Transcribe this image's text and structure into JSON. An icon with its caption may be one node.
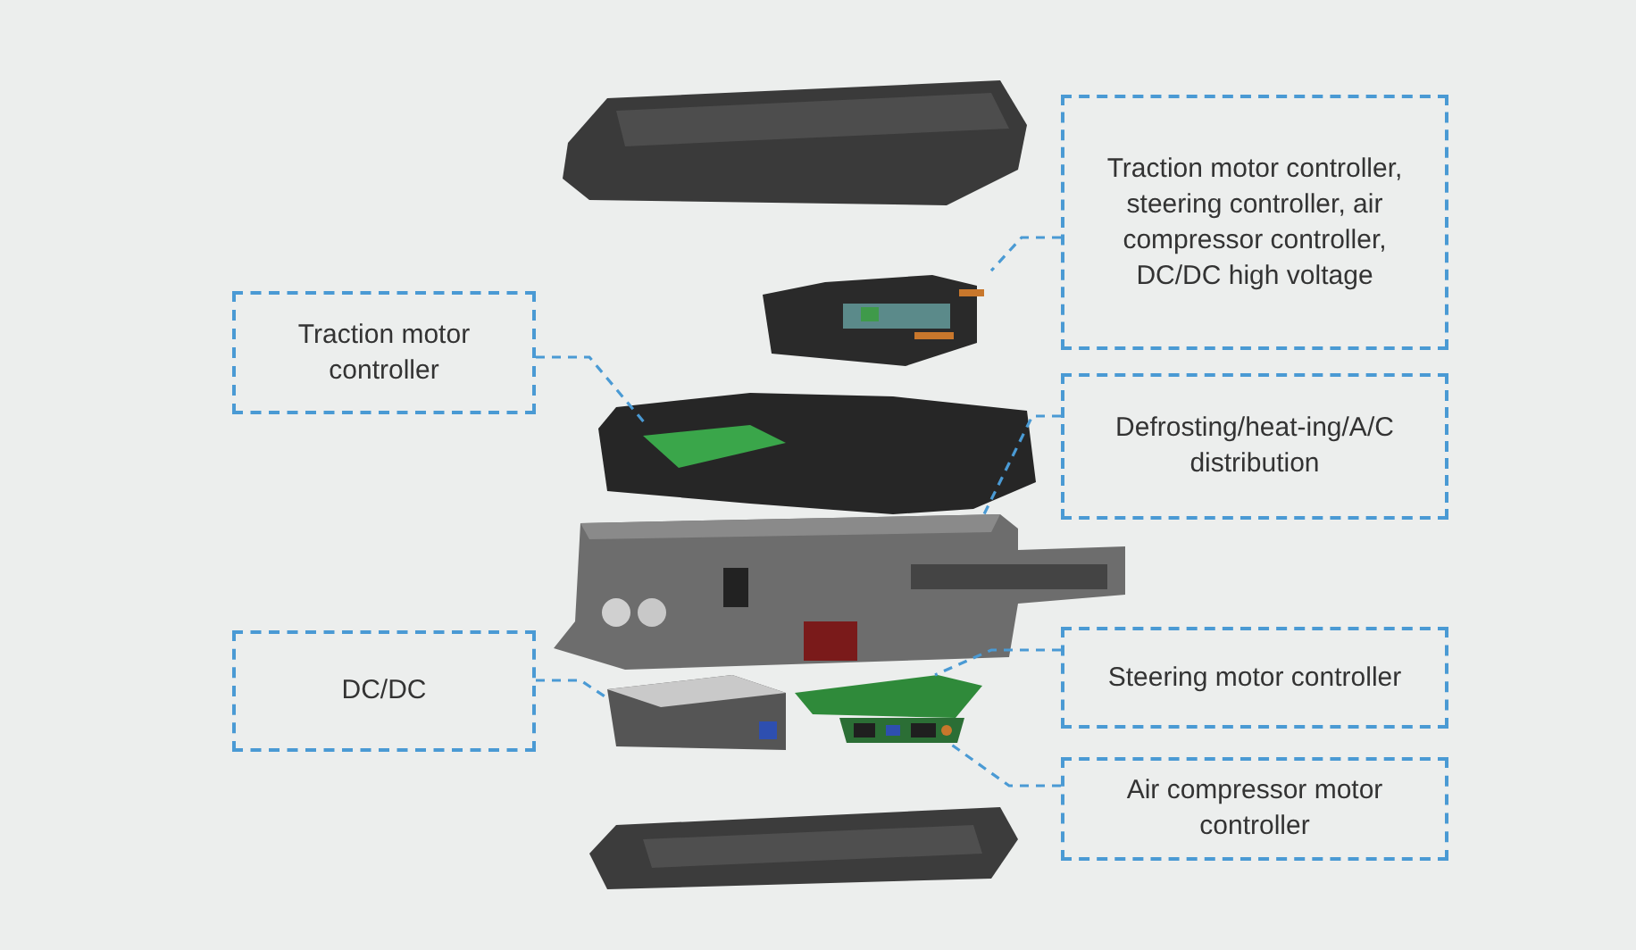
{
  "diagram": {
    "nodes": [
      {
        "text": [
          "Traction motor controller"
        ]
      },
      {
        "text": [
          "Traction motor controller, steering controller, air compressor controller, DC/DC high voltage"
        ]
      },
      {
        "text": [
          "Defrosting/heat-ing/A/C distribution"
        ]
      },
      {
        "text": [
          "DC/DC"
        ]
      },
      {
        "text": [
          "Steering motor controller"
        ]
      },
      {
        "text": [
          "Air compressor motor controller"
        ]
      },
      {
        "text": [],
        "shape": "picture"
      },
      {
        "text": [],
        "shape": "picture"
      },
      {
        "text": [],
        "shape": "picture"
      },
      {
        "text": [],
        "shape": "picture"
      },
      {
        "text": [],
        "shape": "picture"
      },
      {
        "text": [],
        "shape": "picture"
      }
    ],
    "edges": [
      {
        "from": 0,
        "to": 7,
        "arrow": "none",
        "style": "dashed"
      },
      {
        "from": 1,
        "to": 6,
        "arrow": "none",
        "style": "dashed"
      },
      {
        "from": 2,
        "to": 8,
        "arrow": "none",
        "style": "dashed"
      },
      {
        "from": 3,
        "to": 9,
        "arrow": "none",
        "style": "dashed"
      },
      {
        "from": 4,
        "to": 10,
        "arrow": "none",
        "style": "dashed"
      },
      {
        "from": 5,
        "to": 11,
        "arrow": "none",
        "style": "dashed"
      }
    ]
  }
}
